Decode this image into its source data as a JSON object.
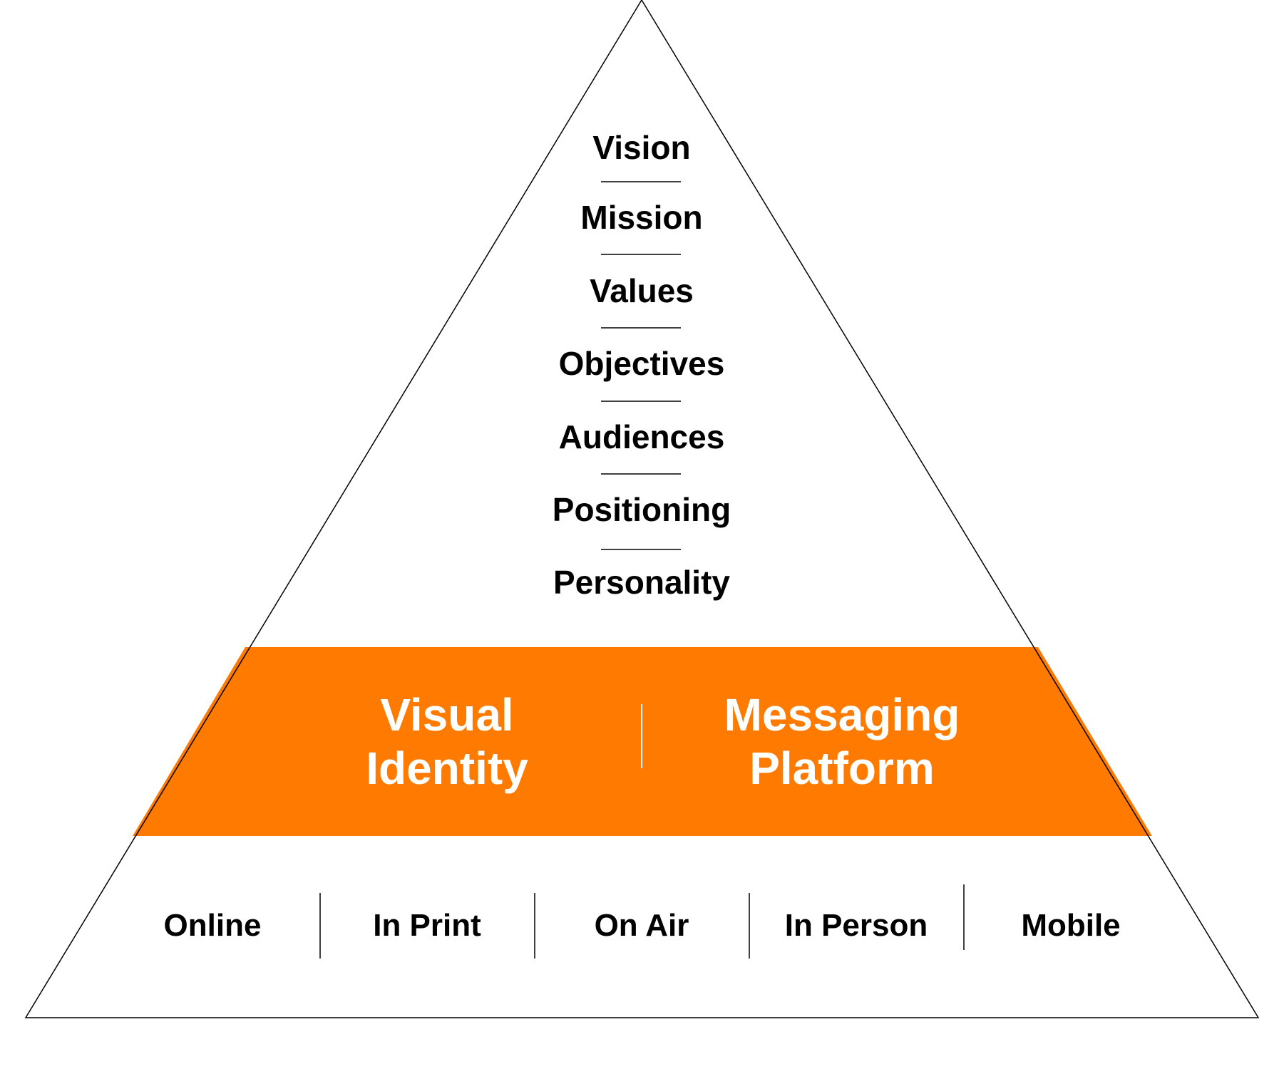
{
  "foundation": {
    "items": [
      {
        "label": "Vision"
      },
      {
        "label": "Mission"
      },
      {
        "label": "Values"
      },
      {
        "label": "Objectives"
      },
      {
        "label": "Audiences"
      },
      {
        "label": "Positioning"
      },
      {
        "label": "Personality"
      }
    ]
  },
  "band": {
    "color": "#FF7A00",
    "left": {
      "line1": "Visual",
      "line2": "Identity"
    },
    "right": {
      "line1": "Messaging",
      "line2": "Platform"
    }
  },
  "channels": [
    {
      "label": "Online"
    },
    {
      "label": "In Print"
    },
    {
      "label": "On Air"
    },
    {
      "label": "In Person"
    },
    {
      "label": "Mobile"
    }
  ]
}
